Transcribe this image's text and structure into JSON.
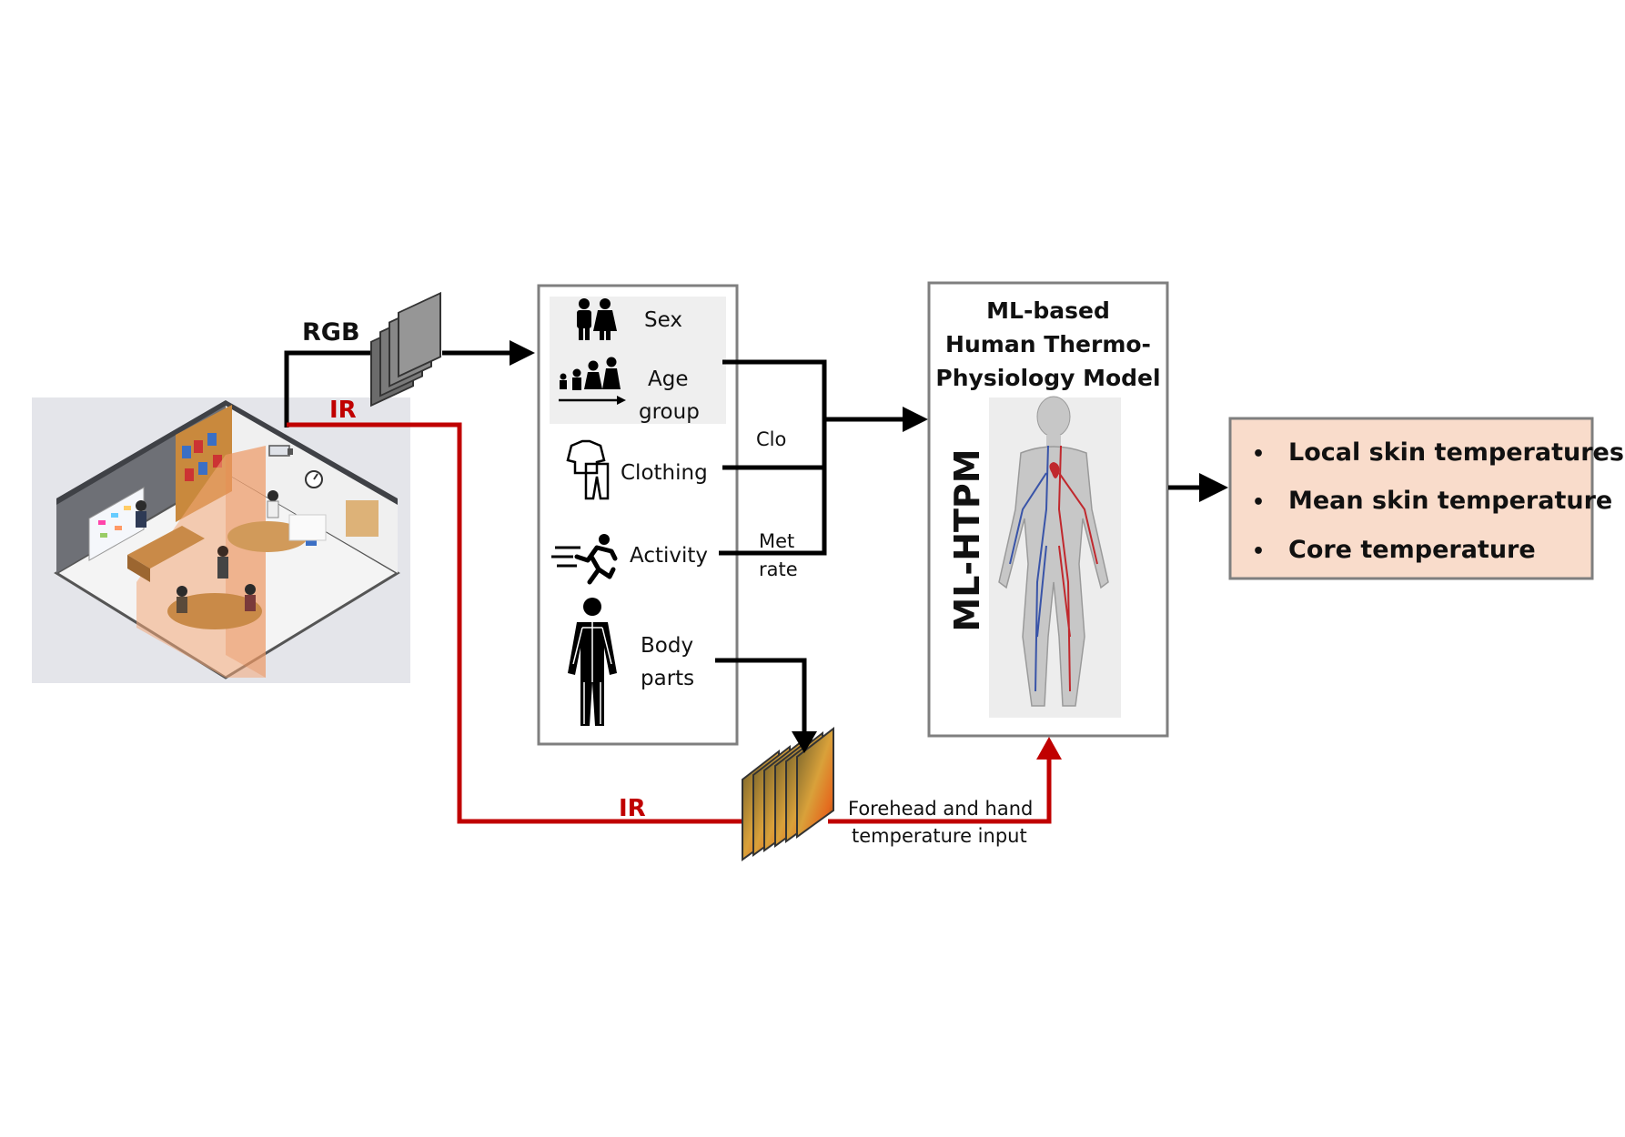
{
  "streams": {
    "rgb_label": "RGB",
    "ir_label_top": "IR",
    "ir_label_bottom": "IR"
  },
  "attributes": {
    "sex": "Sex",
    "age_line1": "Age",
    "age_line2": "group",
    "clothing": "Clothing",
    "activity": "Activity",
    "body_line1": "Body",
    "body_line2": "parts"
  },
  "connectors": {
    "clo": "Clo",
    "met_line1": "Met",
    "met_line2": "rate",
    "ir_input_line1": "Forehead and hand",
    "ir_input_line2": "temperature input"
  },
  "model": {
    "title_line1": "ML-based",
    "title_line2": "Human Thermo-",
    "title_line3": "Physiology Model",
    "vertical_label": "ML-HTPM"
  },
  "outputs": {
    "bullet": "•",
    "items": [
      "Local skin temperatures",
      "Mean skin temperature",
      "Core temperature"
    ]
  },
  "colors": {
    "ir_red": "#c00000",
    "output_fill": "#f9dccb",
    "box_border": "#7f7f7f",
    "room_orange": "#f2a779"
  }
}
